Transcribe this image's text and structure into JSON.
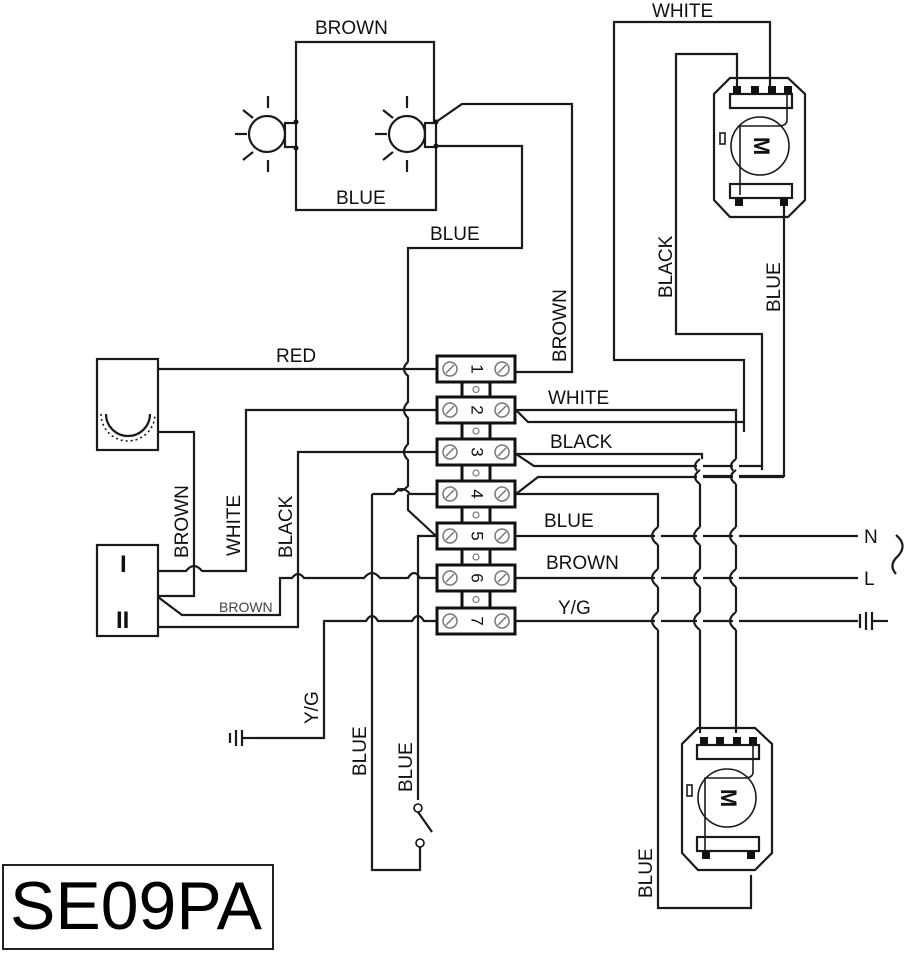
{
  "model": "SE09PA",
  "lamps": {
    "top_wire": "BROWN",
    "bottom_wire": "BLUE",
    "feed_blue": "BLUE",
    "feed_brown": "BROWN"
  },
  "motor_top": {
    "symbol": "M",
    "wire_white": "WHITE",
    "wire_black": "BLACK",
    "wire_blue": "BLUE"
  },
  "motor_bottom": {
    "symbol": "M",
    "wire_blue": "BLUE"
  },
  "thermostat_wire": "RED",
  "switch_wires": {
    "brown": "BROWN",
    "white": "WHITE",
    "black": "BLACK",
    "brown_small": "BROWN",
    "pos1": "I",
    "pos2": "II"
  },
  "terminal_block": {
    "numbers": [
      "1",
      "2",
      "3",
      "4",
      "5",
      "6",
      "7"
    ],
    "right_labels": {
      "white": "WHITE",
      "black": "BLACK",
      "blue": "BLUE",
      "brown": "BROWN",
      "yg": "Y/G"
    }
  },
  "mains": {
    "neutral": "N",
    "line": "L"
  },
  "earth_wire": "Y/G",
  "door_switch_wires": [
    "BLUE",
    "BLUE"
  ]
}
